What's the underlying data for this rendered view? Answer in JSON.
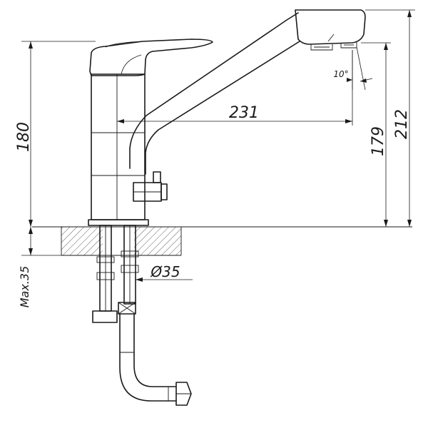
{
  "diagram": {
    "dimensions": {
      "spout_reach": "231",
      "spout_height": "179",
      "total_height": "212",
      "body_height": "180",
      "spout_angle": "10°",
      "mount_hole_diameter": "Ø35",
      "max_countertop_thickness": "Max.35"
    },
    "colors": {
      "line": "#1a1a1a",
      "background": "#ffffff"
    }
  }
}
